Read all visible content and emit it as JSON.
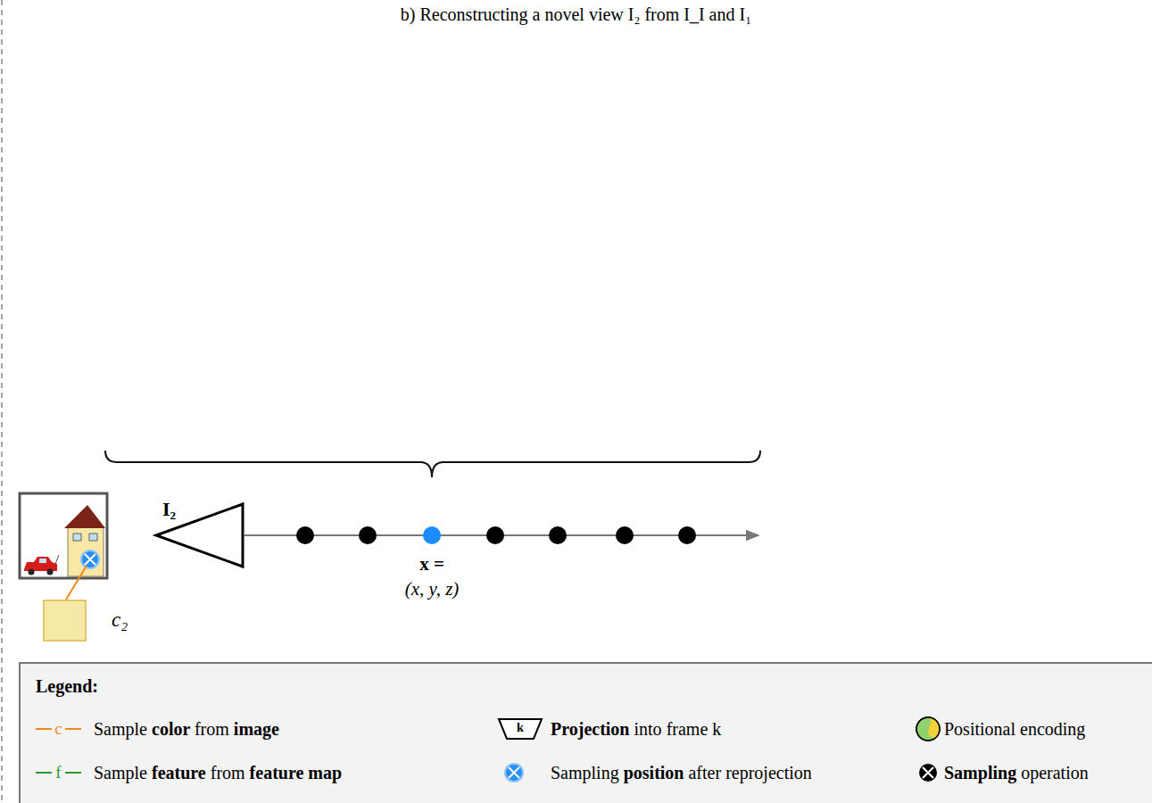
{
  "diagram": {
    "title": "b) Reconstructing a novel view I₂ from I_I and I₁",
    "nodes": [
      {
        "text": [
          "c₂"
        ]
      }
    ],
    "labels": [
      "I₂",
      "x =",
      "(x, y, z)",
      "c",
      "f",
      "k",
      "Legend:"
    ],
    "legend": [
      {
        "text": "Sample color from image"
      },
      {
        "text": "Sample feature from feature map"
      },
      {
        "text": "Projection into frame k"
      },
      {
        "text": "Sampling position after reprojection"
      },
      {
        "text": "Positional encoding"
      },
      {
        "text": "Sampling operation"
      }
    ]
  }
}
